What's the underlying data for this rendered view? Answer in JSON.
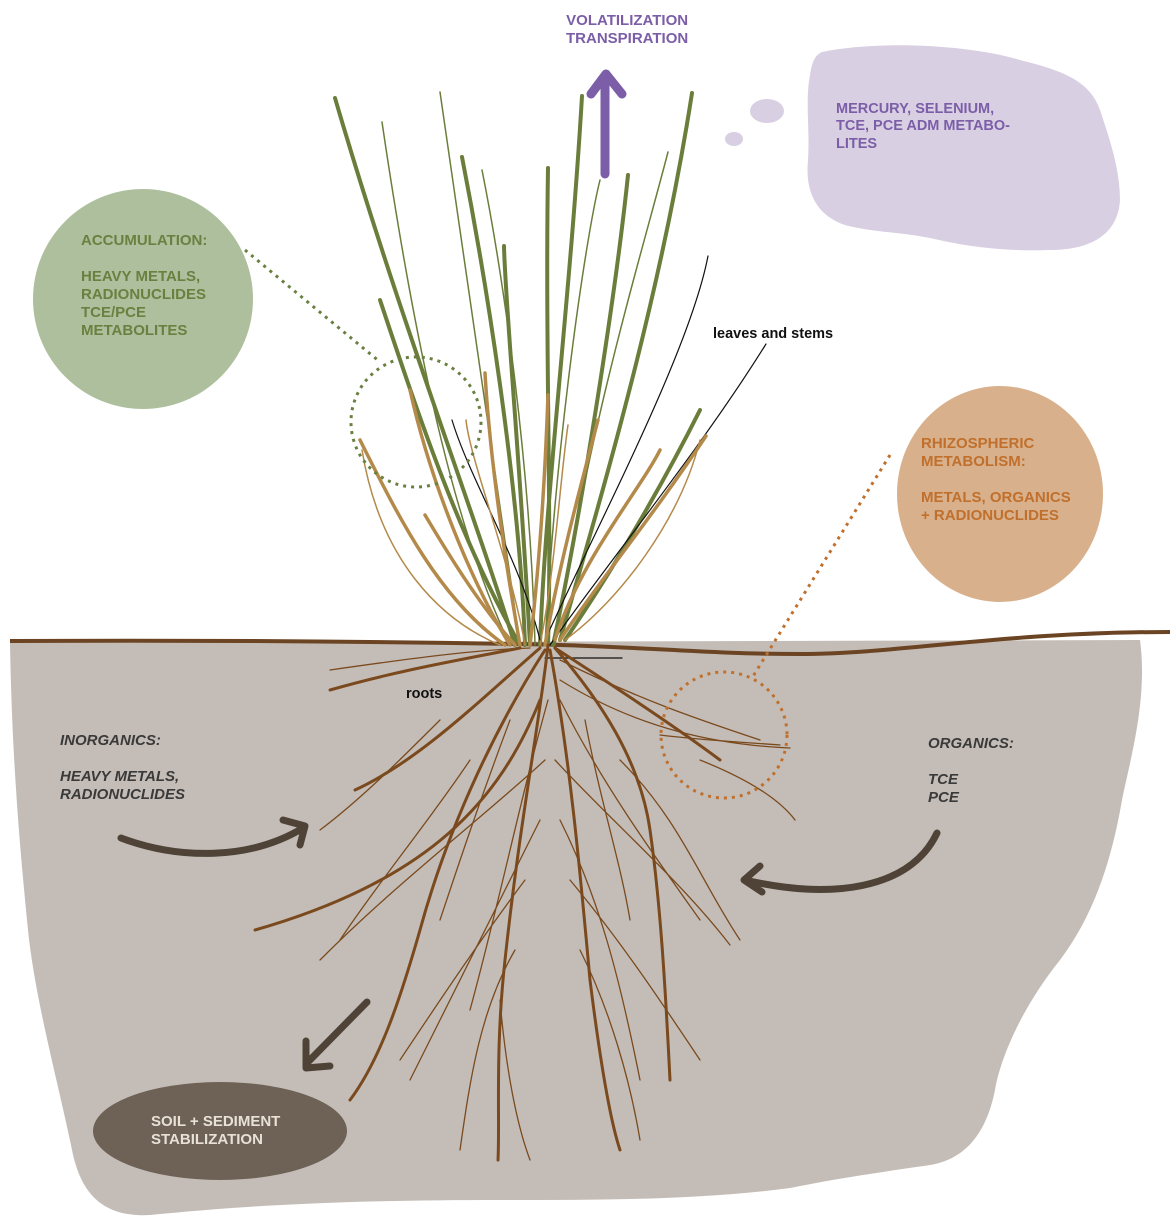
{
  "volatilization": {
    "line1": "VOLATILIZATION",
    "line2": "TRANSPIRATION"
  },
  "cloud": {
    "line1": "MERCURY, SELENIUM,",
    "line2": "TCE, PCE ADM METABO-",
    "line3": "LITES"
  },
  "accumulation": {
    "title": "ACCUMULATION:",
    "line1": "HEAVY METALS,",
    "line2": "RADIONUCLIDES",
    "line3": "TCE/PCE",
    "line4": "METABOLITES"
  },
  "leaves_label": "leaves and stems",
  "rhizospheric": {
    "line1": "RHIZOSPHERIC",
    "line2": "METABOLISM:",
    "line3": "METALS, ORGANICS",
    "line4": "+ RADIONUCLIDES"
  },
  "roots_label": "roots",
  "inorganics": {
    "title": "INORGANICS:",
    "line1": "HEAVY METALS,",
    "line2": "RADIONUCLIDES"
  },
  "organics": {
    "title": "ORGANICS:",
    "line1": "TCE",
    "line2": "PCE"
  },
  "stabilization": {
    "line1": "SOIL + SEDIMENT",
    "line2": "STABILIZATION"
  },
  "colors": {
    "soil": "#c4bdb7",
    "ground_line": "#6b4423",
    "leaf_green": "#6b7d3a",
    "leaf_tan": "#b48a4a",
    "root_brown": "#7a4a1e",
    "purple": "#7b5ea7",
    "cloud": "#d9cfe3",
    "accumulation_circle": "#aebf9d",
    "rhizo_circle": "#d8b08c",
    "stabilization_ellipse": "#6e6155",
    "arrow": "#4e4336"
  }
}
